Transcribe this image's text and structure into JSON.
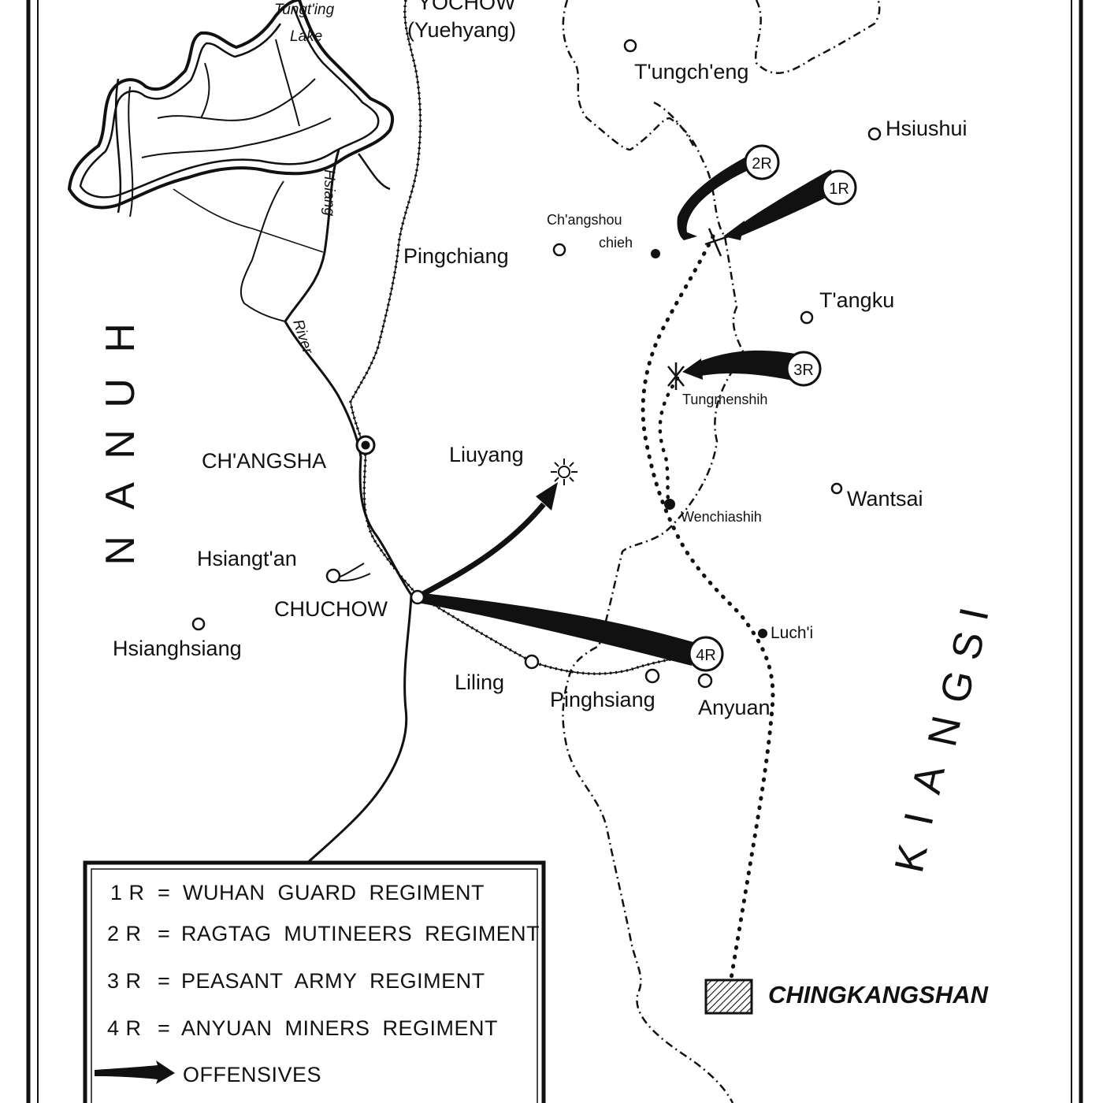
{
  "map": {
    "lake": {
      "name_line1": "Tungt'ing",
      "name_line2": "Lake"
    },
    "river": {
      "name_part1": "Hsiang",
      "name_part2": "River"
    },
    "provinces": {
      "hunan": [
        "H",
        "U",
        "N",
        "A",
        "N"
      ],
      "kiangsi": [
        "K",
        "I",
        "A",
        "N",
        "G",
        "S",
        "I"
      ]
    },
    "places": {
      "yochow": "YOCHOW",
      "yuehyang": "(Yuehyang)",
      "tungcheng": "T'ungch'eng",
      "hsiushui": "Hsiushui",
      "pingchiang": "Pingchiang",
      "changshou_1": "Ch'angshou",
      "changshou_2": "chieh",
      "tangku": "T'angku",
      "tungmenshih": "Tungmenshih",
      "changsha": "CH'ANGSHA",
      "liuyang": "Liuyang",
      "wantsai": "Wantsai",
      "wenchiashih": "Wenchiashih",
      "hsiangtan": "Hsiangt'an",
      "chuchow": "CHUCHOW",
      "hsianghsiang": "Hsianghsiang",
      "luchi": "Luch'i",
      "liling": "Liling",
      "pinghsiang": "Pinghsiang",
      "anyuan": "Anyuan",
      "chingkangshan": "CHINGKANGSHAN"
    },
    "regiments": {
      "r1": "1R",
      "r2": "2R",
      "r3": "3R",
      "r4": "4R"
    }
  },
  "legend": {
    "rows": [
      {
        "code": "1 R",
        "eq": "=",
        "desc": "WUHAN  GUARD  REGIMENT"
      },
      {
        "code": "2 R",
        "eq": "=",
        "desc": "RAGTAG  MUTINEERS  REGIMENT"
      },
      {
        "code": "3 R",
        "eq": "=",
        "desc": "PEASANT  ARMY  REGIMENT"
      },
      {
        "code": "4 R",
        "eq": "=",
        "desc": "ANYUAN  MINERS  REGIMENT"
      }
    ],
    "offensives_label": "OFFENSIVES"
  },
  "colors": {
    "ink": "#111111",
    "paper": "#ffffff"
  }
}
